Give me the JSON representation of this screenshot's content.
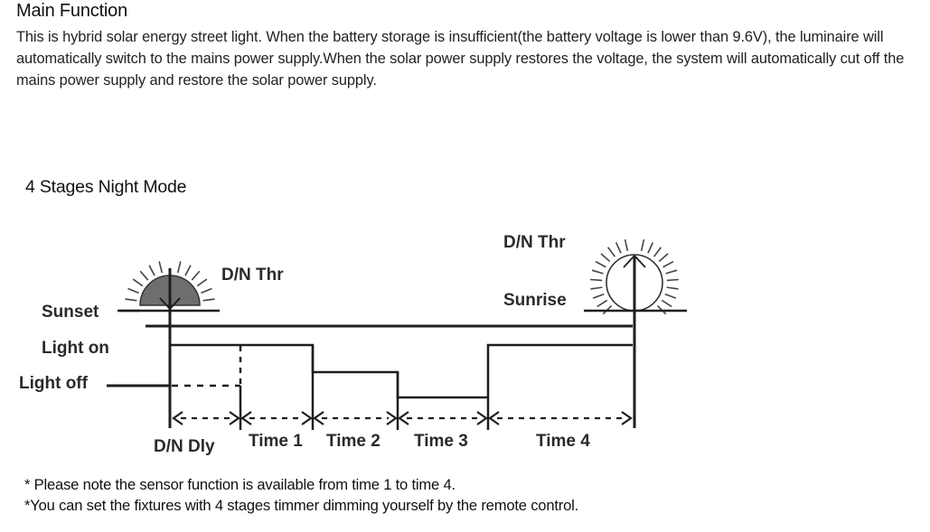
{
  "main_function": {
    "title": "Main Function",
    "description": "This is hybrid solar energy street light. When the battery storage is insufficient(the battery voltage is lower than 9.6V), the luminaire will automatically switch to the mains power supply.When the solar power supply restores the voltage, the system will automatically cut off the mains power supply and restore the solar power supply."
  },
  "night_mode": {
    "title": "4 Stages Night Mode",
    "diagram": {
      "sunset_icon": "sunset-half-sun-icon",
      "sunrise_icon": "sunrise-full-sun-icon",
      "labels": {
        "dn_thr_left": "D/N Thr",
        "dn_thr_right": "D/N Thr",
        "sunset": "Sunset",
        "sunrise": "Sunrise",
        "light_on": "Light on",
        "light_off": "Light off",
        "dn_dly": "D/N Dly"
      },
      "stages": [
        {
          "name": "D/N Dly",
          "level": "off"
        },
        {
          "name": "Time 1",
          "level": "full"
        },
        {
          "name": "Time 2",
          "level": "medium"
        },
        {
          "name": "Time 3",
          "level": "low"
        },
        {
          "name": "Time 4",
          "level": "full"
        }
      ],
      "time_labels": [
        "Time 1",
        "Time 2",
        "Time 3",
        "Time 4"
      ]
    }
  },
  "notes": [
    "* Please note the sensor function is available from time 1 to time 4.",
    "*You can set the fixtures with 4 stages timmer dimming yourself by the remote control."
  ],
  "colors": {
    "line": "#1e1e1e",
    "sun_fill": "#6e6e6e",
    "text": "#111111"
  }
}
